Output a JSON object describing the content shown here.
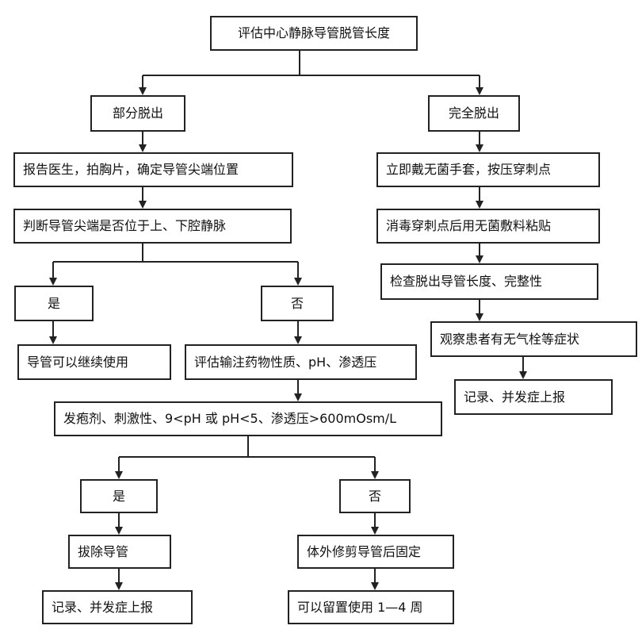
{
  "diagram": {
    "nodes": {
      "root": "评估中心静脉导管脱管长度",
      "partial": "部分脱出",
      "complete": "完全脱出",
      "report_xray": "报告医生，拍胸片，确定导管尖端位置",
      "judge_tip": "判断导管尖端是否位于上、下腔静脉",
      "yes_1": "是",
      "no_1": "否",
      "continue_use": "导管可以继续使用",
      "assess_drug": "评估输注药物性质、pH、渗透压",
      "criteria": "发疱剂、刺激性、9<pH 或 pH<5、渗透压>600mOsm/L",
      "yes_2": "是",
      "no_2": "否",
      "remove_catheter": "拔除导管",
      "trim_fix": "体外修剪导管后固定",
      "record_left": "记录、并发症上报",
      "indwell": "可以留置使用 1—4 周",
      "glove_press": "立即戴无菌手套，按压穿刺点",
      "disinfect": "消毒穿刺点后用无菌敷料粘贴",
      "check_length": "检查脱出导管长度、完整性",
      "observe": "观察患者有无气栓等症状",
      "record_right": "记录、并发症上报"
    }
  }
}
